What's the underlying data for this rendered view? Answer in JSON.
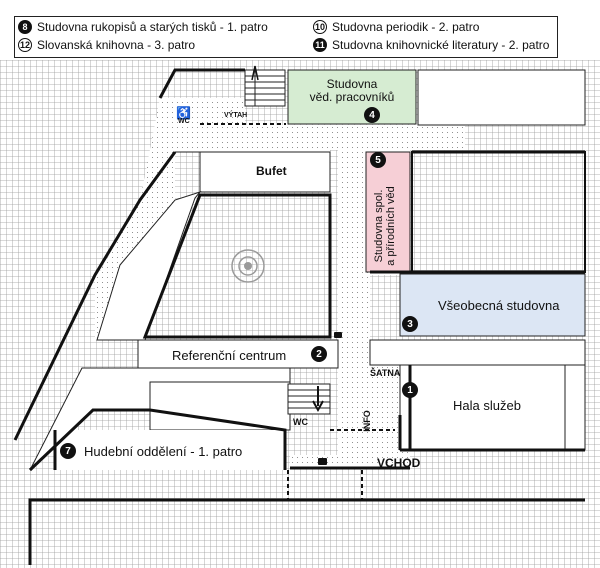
{
  "legend": {
    "items": [
      {
        "num": "8",
        "text": "Studovna rukopisů a starých tisků - 1. patro"
      },
      {
        "num": "12",
        "text": "Slovanská knihovna - 3. patro"
      },
      {
        "num": "10",
        "text": "Studovna periodik - 2. patro"
      },
      {
        "num": "11",
        "text": "Studovna knihovnické literatury - 2. patro"
      }
    ]
  },
  "rooms": {
    "vedecka": {
      "line1": "Studovna",
      "line2": "věd. pracovníků",
      "num": "4"
    },
    "spolecenske": {
      "line1": "Studovna spol.",
      "line2": "a přírodních věd",
      "num": "5"
    },
    "vseobecna": {
      "label": "Všeobecná studovna",
      "num": "3"
    },
    "bufet": "Bufet",
    "referencni": {
      "label": "Referenční centrum",
      "num": "2"
    },
    "hala": {
      "label": "Hala služeb",
      "num": "1"
    },
    "satna": "ŠATNA",
    "info": "INFO",
    "hudebni": {
      "label": "Hudební oddělení - 1. patro",
      "num": "7"
    },
    "vchod": "VCHOD",
    "wc_top": "WC",
    "vytah": "VÝTAH",
    "wc_bottom": "WC"
  },
  "colors": {
    "green": "#d6ecd2",
    "pink": "#f6cfd6",
    "blue": "#dce6f4",
    "corridor": "#f2f2f2",
    "ink": "#111111"
  },
  "icons": {
    "wheelchair": "wheelchair-icon",
    "courtyard": "fountain-icon",
    "phone": "phone-icon",
    "stairs": "stairs-icon"
  }
}
